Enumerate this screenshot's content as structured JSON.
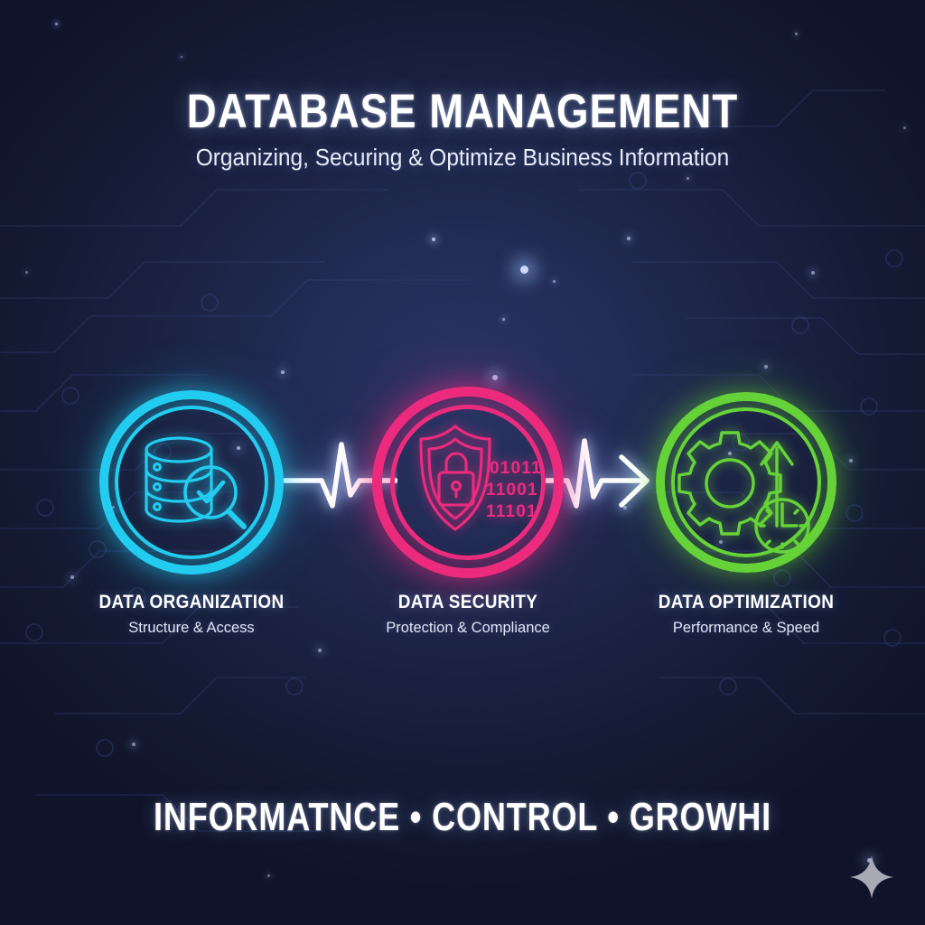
{
  "header": {
    "title": "DATABASE MANAGEMENT",
    "subtitle": "Organizing, Securing & Optimize Business Information"
  },
  "steps": [
    {
      "id": "data-organization",
      "title": "DATA ORGANIZATION",
      "subtitle": "Structure & Access",
      "color": "#22cdf0",
      "icon": "database-search-check-icon"
    },
    {
      "id": "data-security",
      "title": "DATA SECURITY",
      "subtitle": "Protection & Compliance",
      "color": "#ec2b7e",
      "icon": "shield-lock-binary-icon",
      "binary_rows": [
        "01011",
        "11001",
        "11101"
      ]
    },
    {
      "id": "data-optimization",
      "title": "DATA OPTIMIZATION",
      "subtitle": "Performance & Speed",
      "color": "#66d339",
      "icon": "gear-arrow-clock-icon"
    }
  ],
  "connectors": [
    {
      "id": "pulse-connector-1",
      "style": "pulse-line",
      "arrow": false,
      "color": "#ffffff"
    },
    {
      "id": "pulse-connector-2",
      "style": "pulse-line-arrow",
      "arrow": true,
      "color": "#ffffff"
    }
  ],
  "footer": {
    "text": "INFORMATNCE  •  CONTROL   •  GROWHI"
  },
  "decor": {
    "sparkle": "four-point-star-icon",
    "sparkle_color": "#a9aab6",
    "background": "#1b2242"
  }
}
